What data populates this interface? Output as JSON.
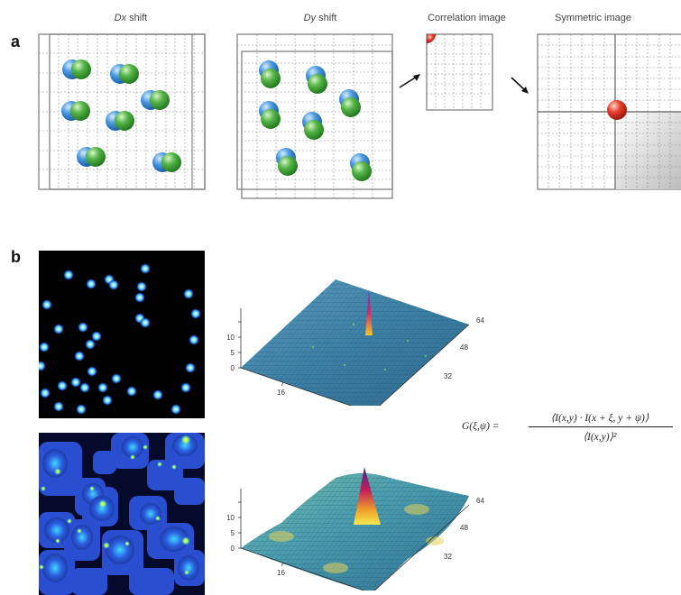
{
  "panel_a": {
    "letter": "a",
    "titles": {
      "dx_italic": "Dx",
      "dx_rest": " shift",
      "dy_italic": "Dy",
      "dy_rest": " shift",
      "correlation": "Correlation image",
      "symmetric": "Symmetric image"
    }
  },
  "panel_b": {
    "letter": "b",
    "surface_axes": {
      "z_ticks": [
        "0",
        "5",
        "10"
      ],
      "x_ticks": [
        "16"
      ],
      "y_ticks": [
        "32",
        "48",
        "64"
      ]
    },
    "formula": {
      "lhs": "G(ξ,ψ) =",
      "numerator": "⟨I(x,y) · I(x + ξ, y + ψ)⟩",
      "denominator": "⟨I(x,y)⟩²"
    }
  },
  "colors": {
    "blue_particle": "#3a8fd8",
    "green_particle": "#4caf42",
    "red_peak": "#e0322b",
    "grid_line": "#999999",
    "surface_blue": "#3a7fa6"
  }
}
